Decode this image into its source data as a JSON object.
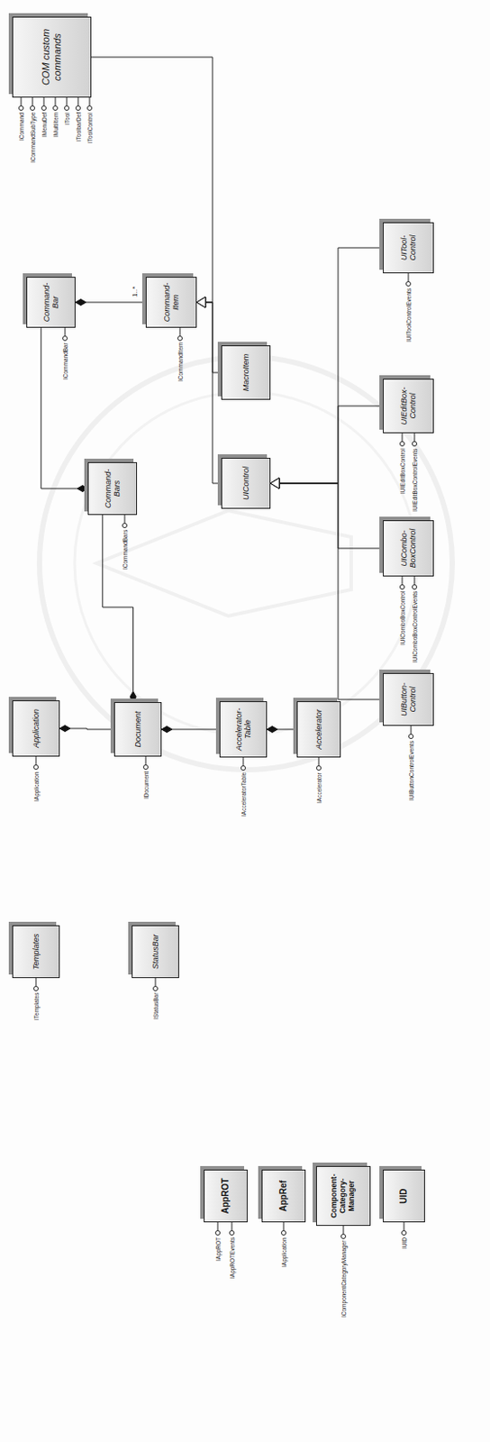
{
  "diagram": {
    "nodes": [
      {
        "text": [
          "AppROT"
        ]
      },
      {
        "text": [
          "AppRef"
        ]
      },
      {
        "text": [
          "Component- Category- Manager"
        ]
      },
      {
        "text": [
          "UID"
        ]
      },
      {
        "text": [
          "Templates"
        ]
      },
      {
        "text": [
          "StatusBar"
        ]
      },
      {
        "text": [
          "Application"
        ]
      },
      {
        "text": [
          "Document"
        ]
      },
      {
        "text": [
          "Accelerator- Table"
        ]
      },
      {
        "text": [
          "Accelerator"
        ]
      },
      {
        "text": [
          "Command- Bars"
        ]
      },
      {
        "text": [
          "Command- Bar"
        ]
      },
      {
        "text": [
          "Command- Item"
        ]
      },
      {
        "text": [
          "MacroItem"
        ]
      },
      {
        "text": [
          "UIControl"
        ]
      },
      {
        "text": [
          "UIButton- Control"
        ]
      },
      {
        "text": [
          "UICombo- BoxControl"
        ]
      },
      {
        "text": [
          "UIEditBox- Control"
        ]
      },
      {
        "text": [
          "UITool- Control"
        ]
      },
      {
        "text": [
          "COM custom commands"
        ]
      }
    ],
    "edges": [
      {
        "from": 7,
        "to": 6,
        "arrow": "to"
      },
      {
        "from": 8,
        "to": 7,
        "arrow": "to"
      },
      {
        "from": 9,
        "to": 8,
        "arrow": "to"
      },
      {
        "from": 10,
        "to": 7,
        "arrow": "to"
      },
      {
        "from": 11,
        "to": 10,
        "arrow": "to"
      },
      {
        "from": 12,
        "to": 11,
        "label": "1..*",
        "arrow": "to"
      },
      {
        "from": 13,
        "to": 12,
        "arrow": "to"
      },
      {
        "from": 14,
        "to": 12,
        "arrow": "to"
      },
      {
        "from": 19,
        "to": 12,
        "arrow": "to"
      },
      {
        "from": 15,
        "to": 14,
        "arrow": "to"
      },
      {
        "from": 16,
        "to": 14,
        "arrow": "to"
      },
      {
        "from": 17,
        "to": 14,
        "arrow": "to"
      },
      {
        "from": 18,
        "to": 14,
        "arrow": "to"
      }
    ],
    "labels": [
      "IAppROT",
      "IAppROTEvents",
      "IApplication",
      "IComponentCategoryManager",
      "IUID",
      "ITemplates",
      "IStatusBar",
      "IApplication",
      "IDocument",
      "IAcceleratorTable",
      "IAccelerator",
      "ICommandBars",
      "ICommandBar",
      "ICommandItem",
      "IUIButtonControlEvents",
      "IUIComboBoxControl",
      "IUIComboBoxControlEvents",
      "IUIEditBoxControl",
      "IUIEditBoxControlEvents",
      "IUIToolControlEvents",
      "ICommand",
      "ICommandSubType",
      "IMenuDef",
      "IMultiItem",
      "ITool",
      "IToolbarDef",
      "IToolControl"
    ]
  }
}
